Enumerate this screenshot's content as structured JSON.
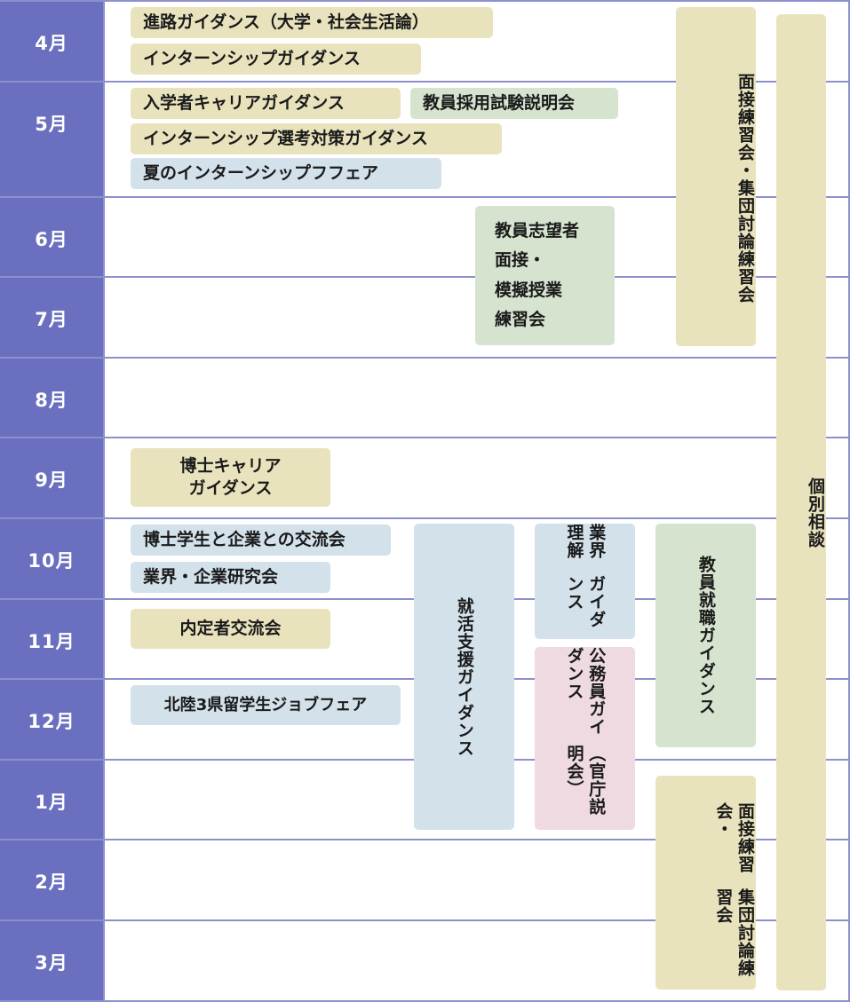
{
  "colors": {
    "month_column": "#6a6fbf",
    "grid_line": "#8c90cc",
    "month_text": "#ffffff",
    "career": "#e9e3bd",
    "teacher": "#d5e3cf",
    "company": "#d3e1ea",
    "civil_service": "#efdae2"
  },
  "months": [
    "4月",
    "5月",
    "6月",
    "7月",
    "8月",
    "9月",
    "10月",
    "11月",
    "12月",
    "1月",
    "2月",
    "3月"
  ],
  "events": {
    "shinro_guidance": "進路ガイダンス（大学・社会生活論）",
    "internship_guidance": "インターンシップガイダンス",
    "nyugakusha_career": "入学者キャリアガイダンス",
    "kyoin_saiyo": "教員採用試験説明会",
    "internship_senko": "インターンシップ選考対策ガイダンス",
    "summer_internship_fair": "夏のインターンシップフフェア",
    "kyoin_mensetsu": [
      "教員志望者",
      "面接・",
      "模擬授業",
      "練習会"
    ],
    "hakase_career": [
      "博士キャリア",
      "ガイダンス"
    ],
    "hakase_koryu": "博士学生と企業との交流会",
    "gyokai_kenkyu": "業界・企業研究会",
    "naiteisha_koryu": "内定者交流会",
    "hokuriku_fair": "北陸3県留学生ジョブフェア",
    "shukatsu_shien": "就活支援ガイダンス",
    "gyokai_rikai": [
      "業界理解",
      "ガイダンス"
    ],
    "komuin": [
      "公務員ガイダンス",
      "（官庁説明会）"
    ],
    "kyoin_shushoku": "教員就職ガイダンス",
    "mensetsu_spring": [
      "面接練習会・",
      "集団討論練習会"
    ],
    "mensetsu_winter": [
      "面接練習会・",
      "集団討論練習会"
    ],
    "kobetsu_sodan": "個別相談"
  }
}
